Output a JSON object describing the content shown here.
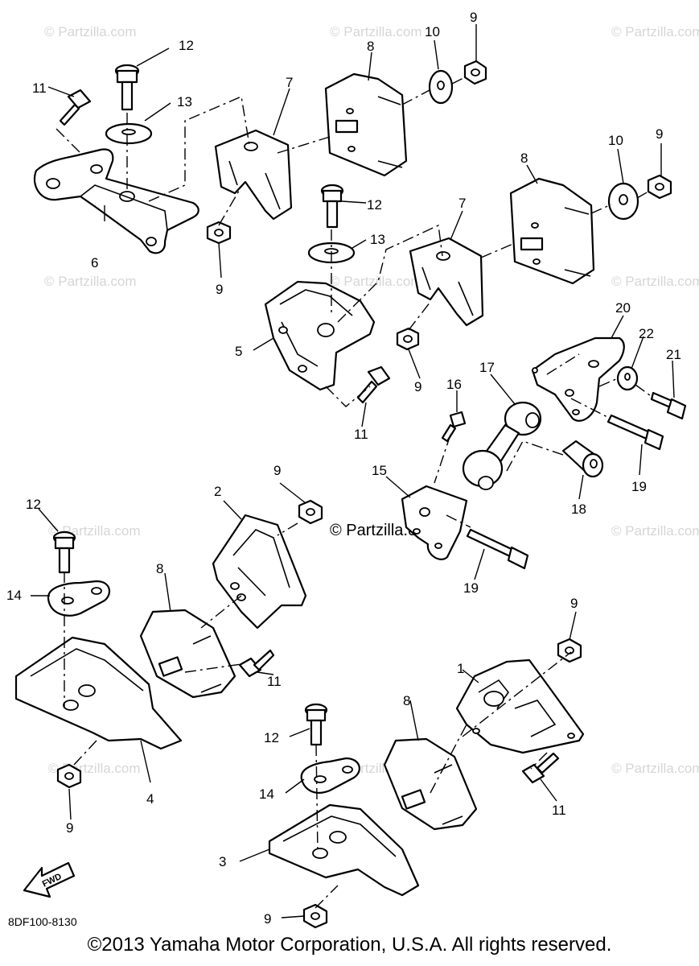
{
  "diagram": {
    "watermark": "© Partzilla.com",
    "center_watermark": "© Partzilla.com",
    "diagram_code": "8DF100-8130",
    "forward_label": "FWD",
    "copyright": "©2013 Yamaha Motor Corporation, U.S.A. All rights reserved.",
    "callouts": {
      "c1": "1",
      "c2": "2",
      "c3": "3",
      "c4": "4",
      "c5": "5",
      "c6": "6",
      "c7a": "7",
      "c7b": "7",
      "c8a": "8",
      "c8b": "8",
      "c8c": "8",
      "c8d": "8",
      "c9a": "9",
      "c9b": "9",
      "c9c": "9",
      "c9d": "9",
      "c9e": "9",
      "c9f": "9",
      "c9g": "9",
      "c9h": "9",
      "c10a": "10",
      "c10b": "10",
      "c11a": "11",
      "c11b": "11",
      "c11c": "11",
      "c11d": "11",
      "c12a": "12",
      "c12b": "12",
      "c12c": "12",
      "c12d": "12",
      "c13a": "13",
      "c13b": "13",
      "c14a": "14",
      "c14b": "14",
      "c15": "15",
      "c16": "16",
      "c17": "17",
      "c18": "18",
      "c19a": "19",
      "c19b": "19",
      "c20": "20",
      "c21": "21",
      "c22": "22"
    }
  }
}
